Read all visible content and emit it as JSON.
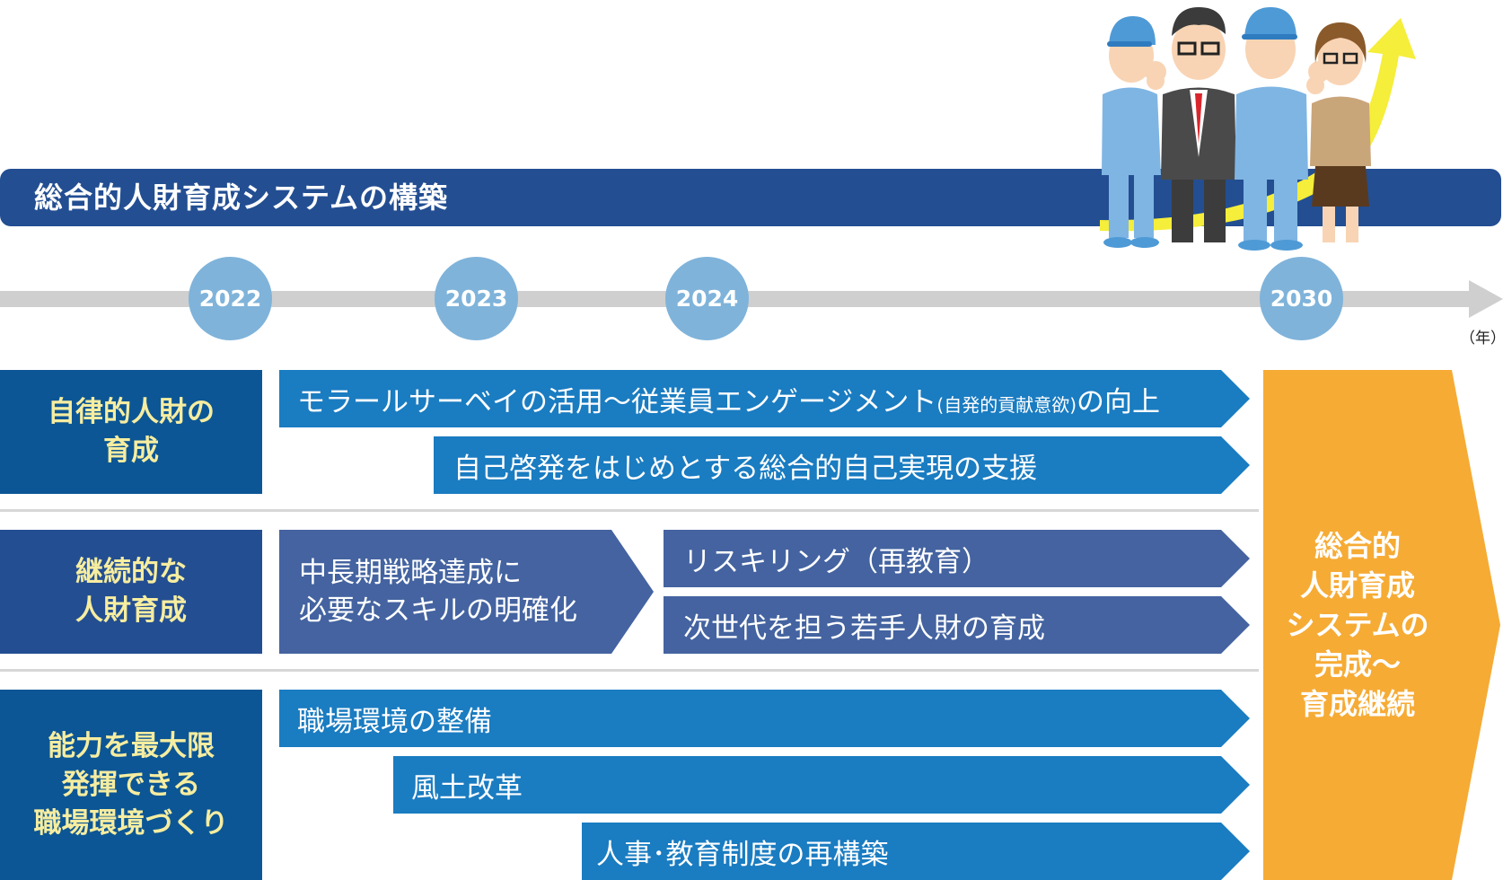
{
  "title": "総合的人財育成システムの構築",
  "years": [
    "2022",
    "2023",
    "2024",
    "2030"
  ],
  "year_unit": "（年）",
  "categories": [
    {
      "label": "自律的人財の\n育成"
    },
    {
      "label": "継続的な\n人財育成"
    },
    {
      "label": "能力を最大限\n発揮できる\n職場環境づくり"
    }
  ],
  "bars": {
    "morale": {
      "pre": "モラールサーベイの活用～従業員エンゲージメント",
      "small": "(自発的貢献意欲)",
      "post": "の向上"
    },
    "self_dev": "自己啓発をはじめとする総合的自己実現の支援",
    "skills": "中長期戦略達成に\n必要なスキルの明確化",
    "reskilling": "リスキリング（再教育）",
    "next_gen": "次世代を担う若手人財の育成",
    "workplace": "職場環境の整備",
    "culture": "風土改革",
    "hr_system": "人事･教育制度の再構築"
  },
  "goal": "総合的\n人財育成\nシステムの\n完成～\n育成継続",
  "colors": {
    "title_bar": "#234e92",
    "category_box": "#0c5695",
    "category_box_2": "#234e92",
    "category_text": "#f6eda0",
    "bar_blue": "#1a7cc1",
    "bar_navy": "#4463a0",
    "goal_arrow": "#f6ab35",
    "year_circle": "#7fb3da",
    "timeline": "#cfcfcf",
    "rising_arrow": "#f5ee3a"
  },
  "illustration": "team-of-workers-with-rising-arrow"
}
